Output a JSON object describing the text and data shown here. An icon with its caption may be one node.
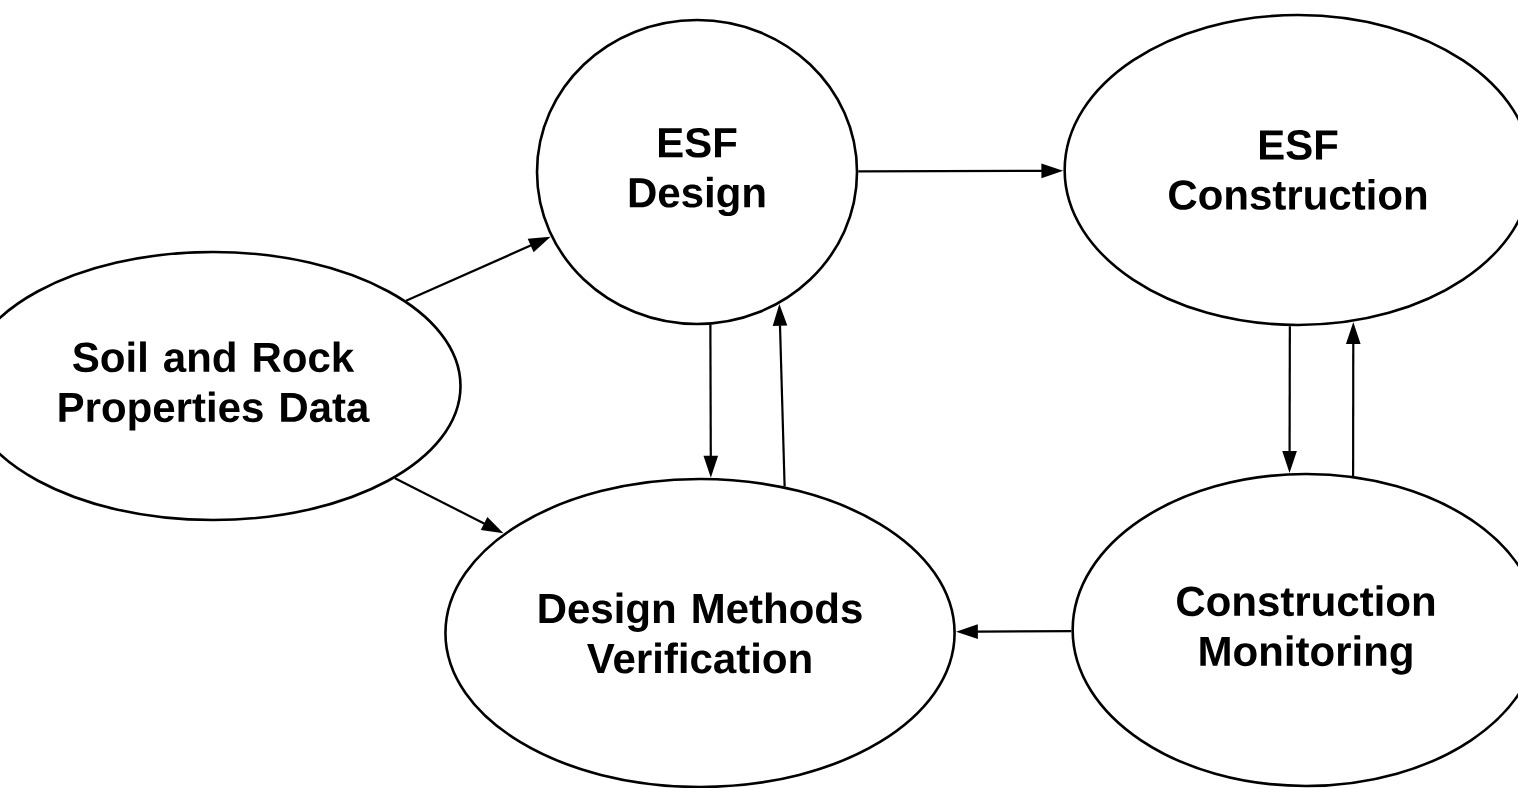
{
  "diagram": {
    "nodes": [
      {
        "text": [
          "Soil and Rock Properties Data"
        ]
      },
      {
        "text": [
          "ESF Design"
        ]
      },
      {
        "text": [
          "ESF Construction"
        ]
      },
      {
        "text": [
          "Design Methods Verification"
        ]
      },
      {
        "text": [
          "Construction Monitoring"
        ]
      }
    ],
    "edges": [
      {
        "from": 0,
        "to": 1,
        "arrow": "to"
      },
      {
        "from": 0,
        "to": 3,
        "arrow": "to"
      },
      {
        "from": 1,
        "to": 2,
        "arrow": "to"
      },
      {
        "from": 1,
        "to": 3,
        "arrow": "to"
      },
      {
        "from": 3,
        "to": 1,
        "arrow": "to"
      },
      {
        "from": 2,
        "to": 4,
        "arrow": "to"
      },
      {
        "from": 4,
        "to": 2,
        "arrow": "to"
      },
      {
        "from": 4,
        "to": 3,
        "arrow": "to"
      }
    ]
  }
}
